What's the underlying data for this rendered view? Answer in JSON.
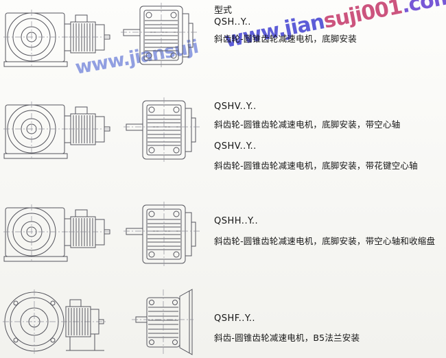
{
  "page": {
    "type_label": "型式"
  },
  "watermark": {
    "top_part1": "www.jian",
    "top_part2": "suji001",
    "top_part3": ".com",
    "mid": "www.jiansuji"
  },
  "rows": [
    {
      "entries": [
        {
          "code": "QSH..Y..",
          "desc": "斜齿轮-圆锥齿轮减速电机，底脚安装"
        }
      ]
    },
    {
      "entries": [
        {
          "code": "QSHV..Y..",
          "desc": "斜齿轮-圆锥齿轮减速电机，底脚安装，带空心轴"
        },
        {
          "code": "QSHV..Y..",
          "desc": "斜齿轮-圆锥齿轮减速电机，底脚安装，带花键空心轴"
        }
      ]
    },
    {
      "entries": [
        {
          "code": "QSHH..Y..",
          "desc": "斜齿轮-圆锥齿轮减速电机，底脚安装，带空心轴和收缩盘"
        }
      ]
    },
    {
      "entries": [
        {
          "code": "QSHF..Y..",
          "desc": "斜齿-圆锥齿轮减速电机，B5法兰安装"
        }
      ]
    }
  ]
}
